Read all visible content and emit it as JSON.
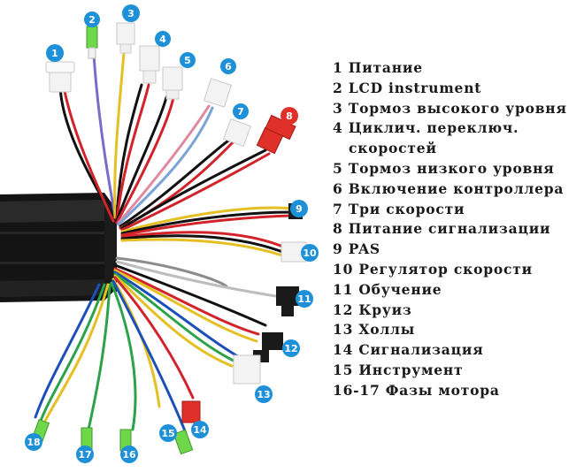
{
  "badges": [
    {
      "num": "1"
    },
    {
      "num": "2"
    },
    {
      "num": "3"
    },
    {
      "num": "4"
    },
    {
      "num": "5"
    },
    {
      "num": "6"
    },
    {
      "num": "7"
    },
    {
      "num": "8"
    },
    {
      "num": "9"
    },
    {
      "num": "10"
    },
    {
      "num": "11"
    },
    {
      "num": "12"
    },
    {
      "num": "13"
    },
    {
      "num": "14"
    },
    {
      "num": "15"
    },
    {
      "num": "16"
    },
    {
      "num": "17"
    },
    {
      "num": "18"
    }
  ],
  "legend": {
    "item1": "1 Питание",
    "item2": "2 LCD instrument",
    "item3": "3 Тормоз высокого уровня",
    "item4a": "4 Циклич. переключ.",
    "item4b": "скоростей",
    "item5": "5 Тормоз низкого уровня",
    "item6": "6 Включение контроллера",
    "item7": "7 Три скорости",
    "item8": "8 Питание сигнализации",
    "item9": "9 PAS",
    "item10": "10 Регулятор скорости",
    "item11": "11 Обучение",
    "item12": "12 Круиз",
    "item13": "13 Холлы",
    "item14": "14 Сигнализация",
    "item15": "15 Инструмент",
    "item16": "16-17 Фазы мотора"
  },
  "colors": {
    "badge": "#1e90d8",
    "controller_body": "#141414",
    "red_connector": "#e0302a",
    "green_connector": "#6fd84a"
  }
}
